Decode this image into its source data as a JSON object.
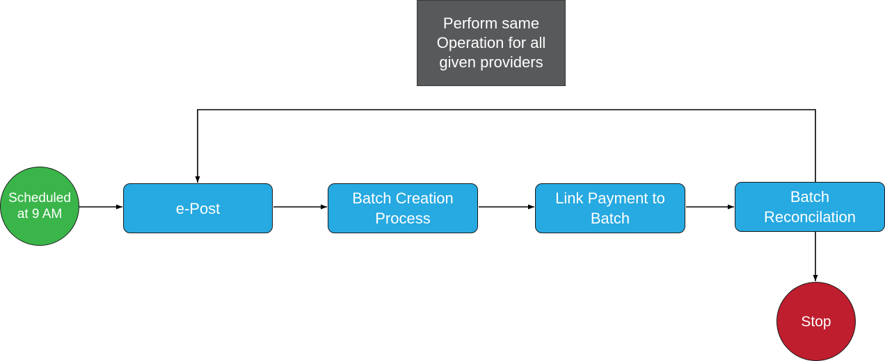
{
  "note": {
    "text": "Perform same\nOperation for all\ngiven providers"
  },
  "start": {
    "label": "Scheduled\nat 9 AM"
  },
  "steps": [
    {
      "label": "e-Post"
    },
    {
      "label": "Batch Creation\nProcess"
    },
    {
      "label": "Link Payment to\nBatch"
    },
    {
      "label": "Batch\nReconcilation"
    }
  ],
  "stop": {
    "label": "Stop"
  },
  "colors": {
    "start": "#3ab54a",
    "step": "#27a9e1",
    "stop": "#be1e2d",
    "note": "#58595b",
    "connector": "#000000"
  }
}
